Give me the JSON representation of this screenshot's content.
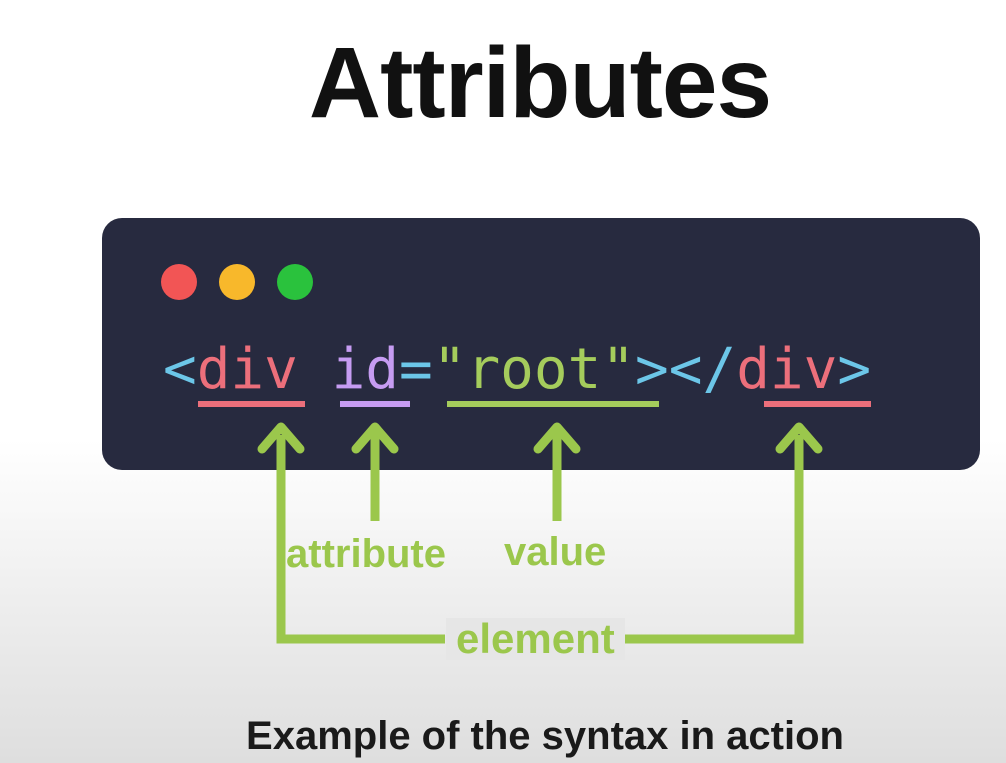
{
  "title": "Attributes",
  "window_controls": [
    {
      "name": "close",
      "color": "#f25555"
    },
    {
      "name": "minimize",
      "color": "#f8b82b"
    },
    {
      "name": "maximize",
      "color": "#2ac23d"
    }
  ],
  "code": {
    "open_bracket": "<",
    "tag": "div",
    "space": " ",
    "attr": "id",
    "equals": "=",
    "value": "\"root\"",
    "close_open": "></",
    "close_tag": "div",
    "close_bracket": ">"
  },
  "colors": {
    "bracket": "#6cc6e8",
    "tag": "#ec6f7b",
    "attr": "#c69cf2",
    "equals": "#6cc6e8",
    "value": "#a5cc5c",
    "arrow": "#9bc74c"
  },
  "labels": {
    "attribute": "attribute",
    "value": "value",
    "element": "element"
  },
  "caption": "Example of the syntax in action"
}
